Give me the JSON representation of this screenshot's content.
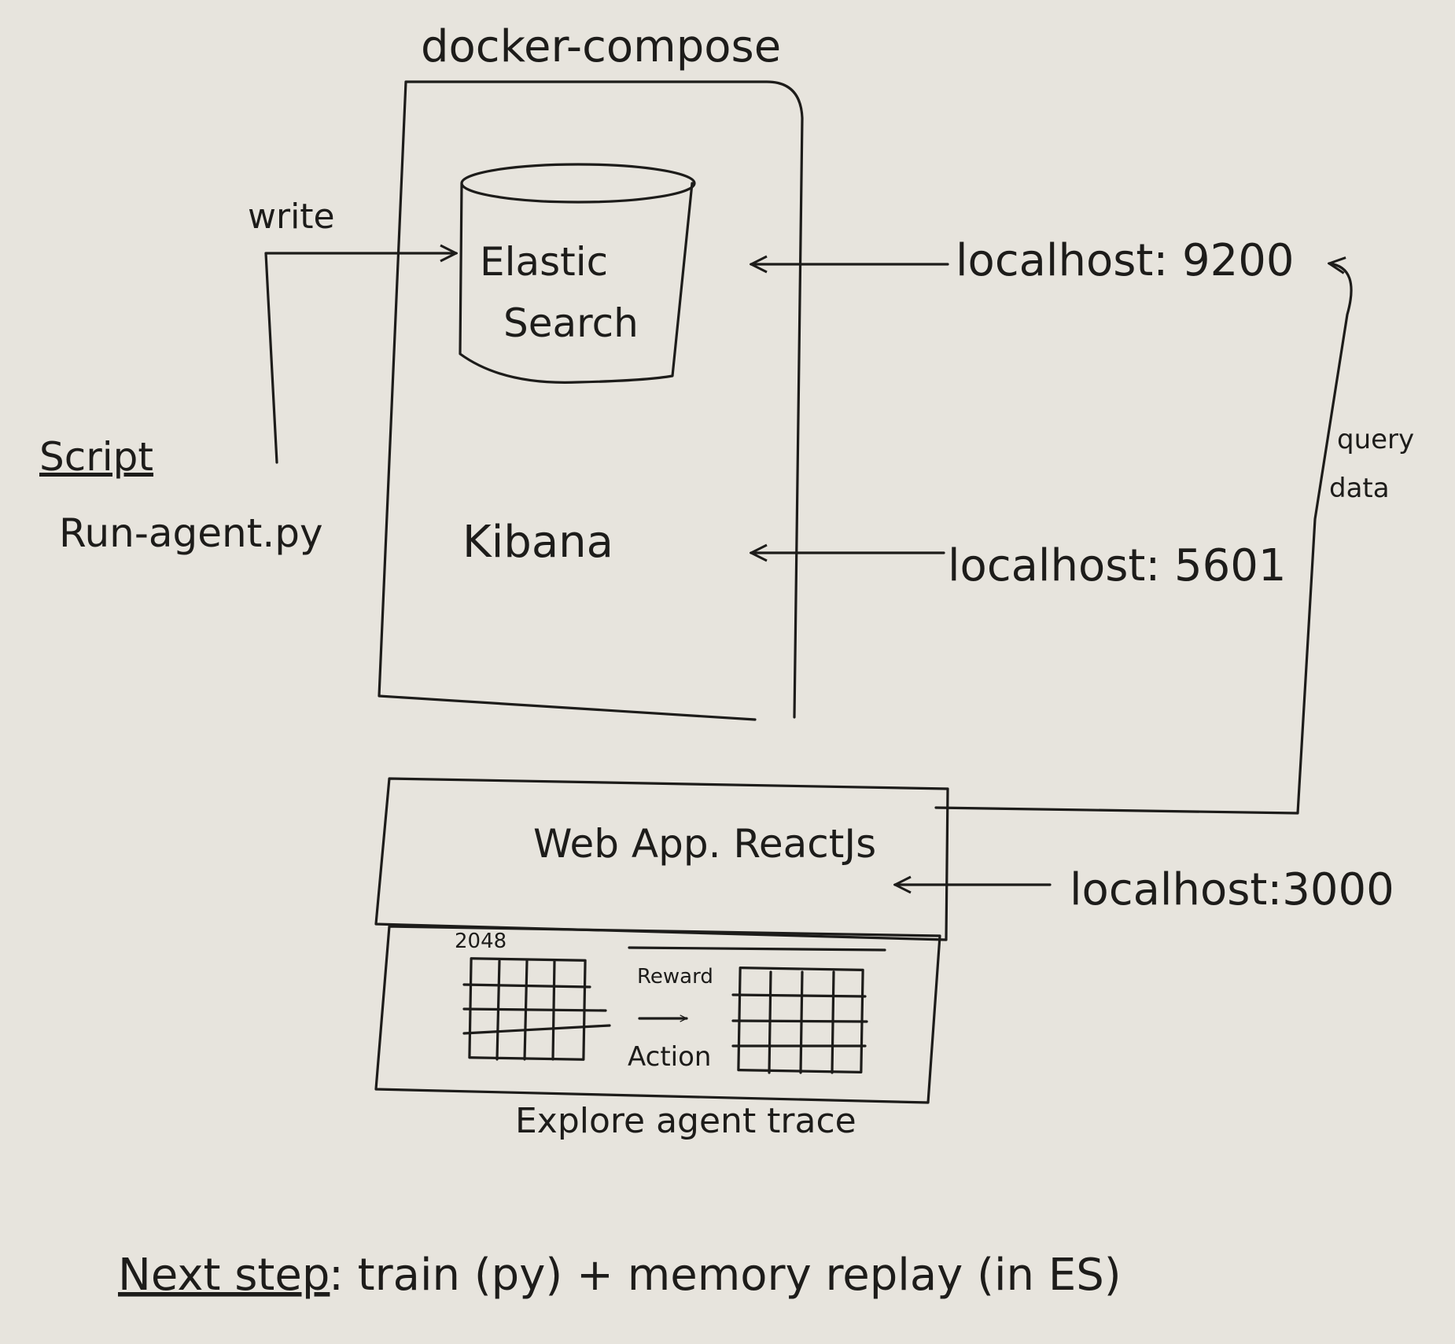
{
  "diagram": {
    "container_title": "docker-compose",
    "database_label_line1": "Elastic",
    "database_label_line2": "Search",
    "kibana_label": "Kibana",
    "write_label": "write",
    "script_heading": "Script",
    "script_name": "Run-agent.py",
    "port_elastic": "localhost: 9200",
    "port_kibana": "localhost: 5601",
    "port_webapp": "localhost:3000",
    "query_label_line1": "query",
    "query_label_line2": "data",
    "webapp_label": "Web App. ReactJs",
    "board_label": "2048",
    "reward_label": "Reward",
    "action_label": "Action",
    "trace_caption": "Explore agent trace",
    "next_step_heading": "Next step",
    "next_step_text": ": train (py) + memory replay (in ES)"
  }
}
